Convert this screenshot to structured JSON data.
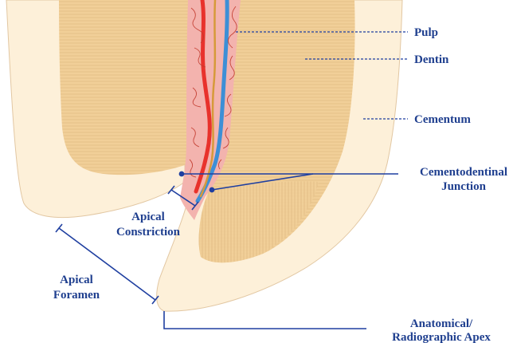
{
  "labels": {
    "pulp": "Pulp",
    "dentin": "Dentin",
    "cementum": "Cementum",
    "cdj_line1": "Cementodentinal",
    "cdj_line2": "Junction",
    "apical_constriction_line1": "Apical",
    "apical_constriction_line2": "Constriction",
    "apical_foramen_line1": "Apical",
    "apical_foramen_line2": "Foramen",
    "apex_line1": "Anatomical/",
    "apex_line2": "Radiographic Apex"
  },
  "colors": {
    "label_text": "#1f3f8f",
    "leader_line": "#1f3fa0",
    "cementum_fill": "#fdf0d9",
    "cementum_stroke": "#e2c7a2",
    "dentin_fill": "#f1cf98",
    "dentin_stripe": "#d7ad70",
    "pulp_fill": "#f3b3ae",
    "artery": "#e8322c",
    "vein": "#3d8fd6",
    "nerve": "#d69a3a"
  }
}
